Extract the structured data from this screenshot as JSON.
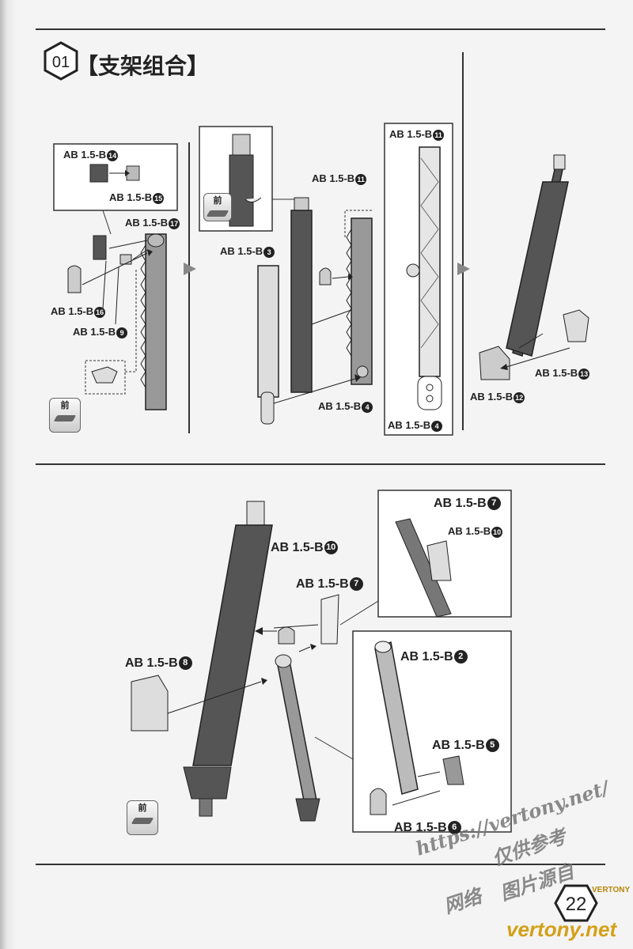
{
  "step": {
    "number": "01",
    "title": "【支架组合】"
  },
  "front_label": "前",
  "parts": {
    "b14": {
      "text": "AB 1.5-B",
      "num": "14"
    },
    "b15": {
      "text": "AB 1.5-B",
      "num": "15"
    },
    "b17": {
      "text": "AB 1.5-B",
      "num": "17"
    },
    "b16": {
      "text": "AB 1.5-B",
      "num": "16"
    },
    "b9": {
      "text": "AB 1.5-B",
      "num": "9"
    },
    "b11a": {
      "text": "AB 1.5-B",
      "num": "11"
    },
    "b3": {
      "text": "AB 1.5-B",
      "num": "3"
    },
    "b4a": {
      "text": "AB 1.5-B",
      "num": "4"
    },
    "b11b": {
      "text": "AB 1.5-B",
      "num": "11"
    },
    "b4b": {
      "text": "AB 1.5-B",
      "num": "4"
    },
    "b13": {
      "text": "AB 1.5-B",
      "num": "13"
    },
    "b12": {
      "text": "AB 1.5-B",
      "num": "12"
    },
    "b7a": {
      "text": "AB 1.5-B",
      "num": "7"
    },
    "b10a": {
      "text": "AB 1.5-B",
      "num": "10"
    },
    "b10b": {
      "text": "AB 1.5-B",
      "num": "10"
    },
    "b7b": {
      "text": "AB 1.5-B",
      "num": "7"
    },
    "b8": {
      "text": "AB 1.5-B",
      "num": "8"
    },
    "b2": {
      "text": "AB 1.5-B",
      "num": "2"
    },
    "b5": {
      "text": "AB 1.5-B",
      "num": "5"
    },
    "b6": {
      "text": "AB 1.5-B",
      "num": "6"
    }
  },
  "page_number": "22",
  "watermark": {
    "url": "https://vertony.net/",
    "line1": "仅供参考",
    "line2": "图片源自",
    "line3": "网络",
    "site": "vertony.net",
    "brand": "VERTONY"
  },
  "colors": {
    "ink": "#222222",
    "part_gray": "#9a9a9a",
    "part_dark": "#444444",
    "paper": "#f4f4f4"
  }
}
